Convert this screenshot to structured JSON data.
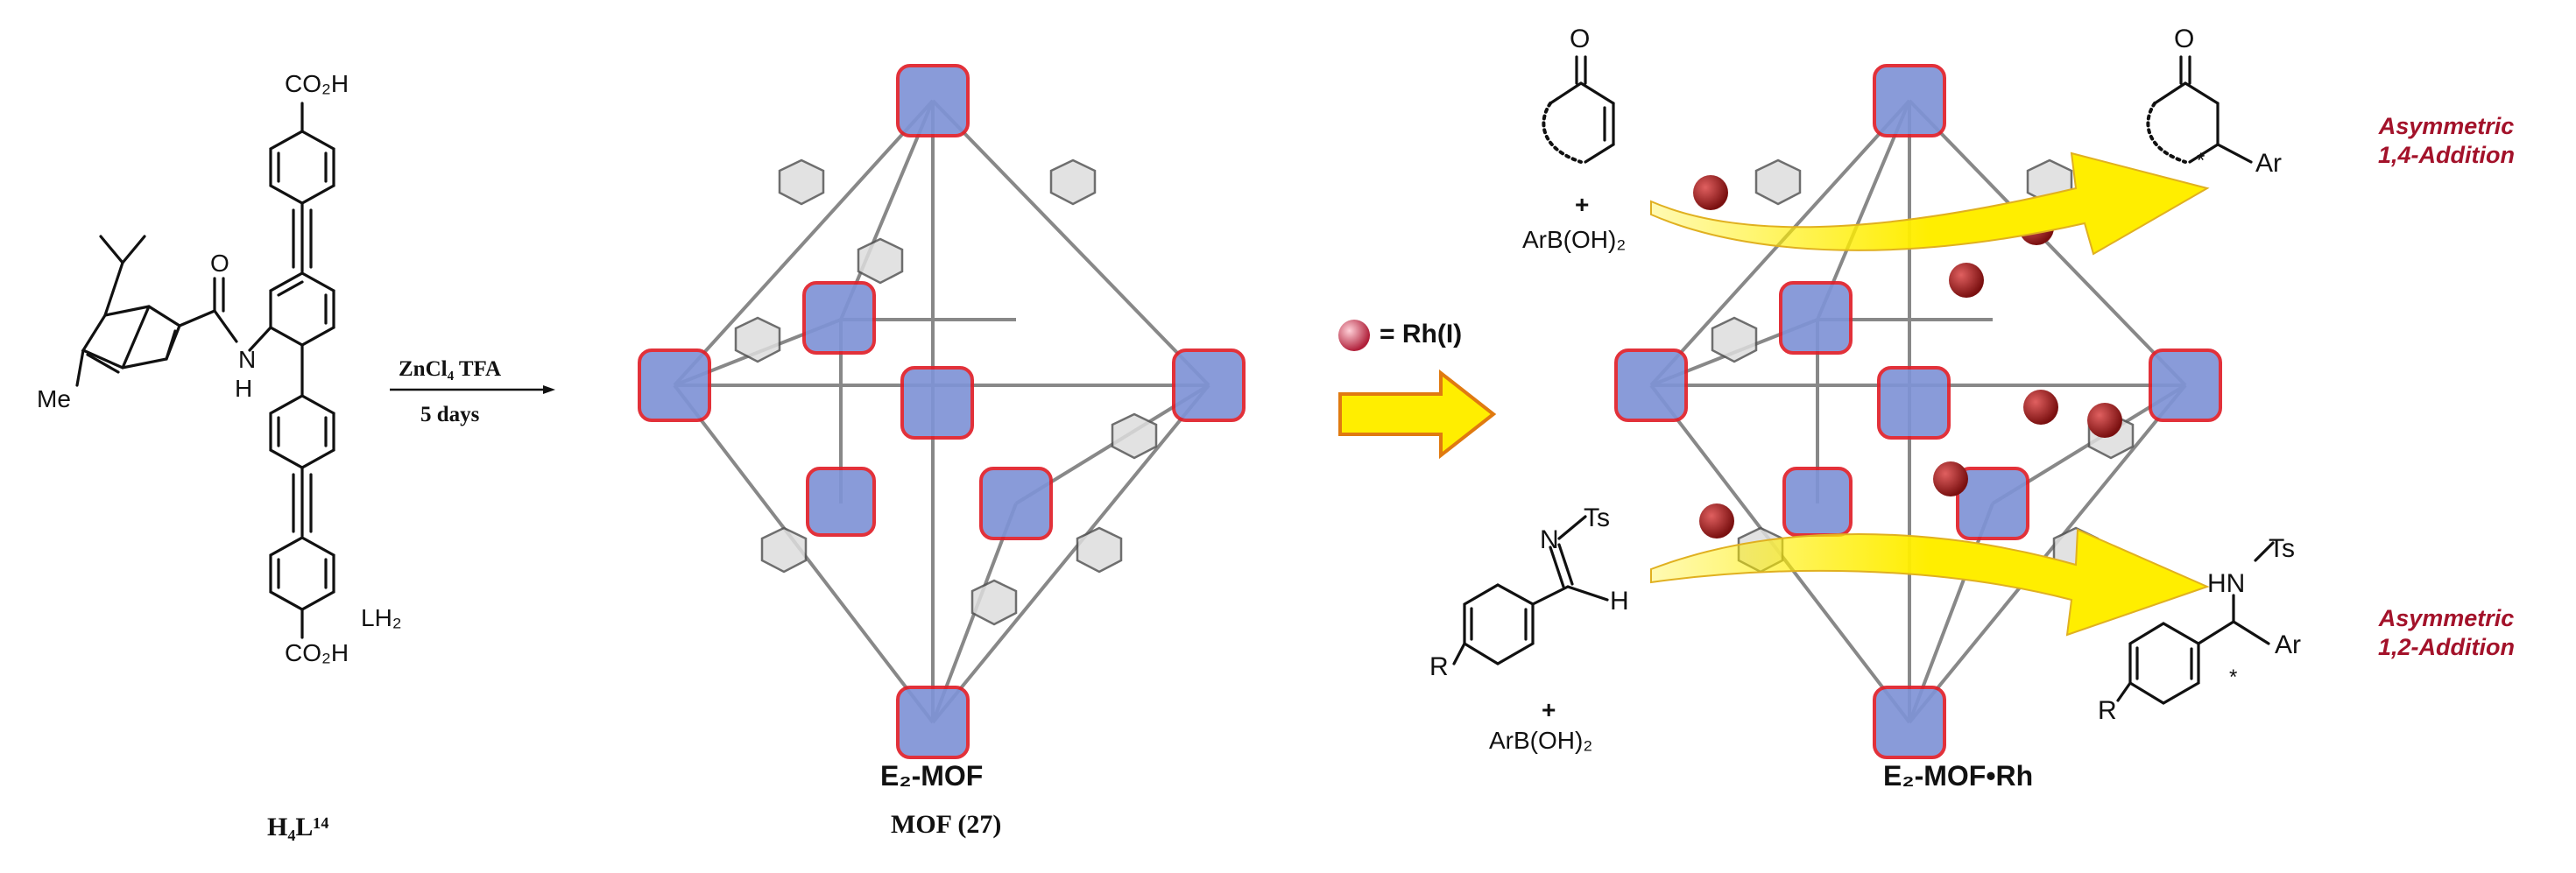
{
  "ligand": {
    "top_group": "CO₂H",
    "bottom_group": "CO₂H",
    "nh_label": "H",
    "n_label": "N",
    "carbonyl_o": "O",
    "me_label": "Me",
    "lh2_label": "LH₂",
    "name": "H₄L¹⁴"
  },
  "reaction": {
    "reagents": "ZnCl₄ TFA",
    "time": "5 days"
  },
  "mof1": {
    "label": "E₂-MOF",
    "sublabel": "MOF (27)"
  },
  "legend": {
    "rh_label": "= Rh(I)"
  },
  "mof2": {
    "label": "E₂-MOF•Rh"
  },
  "top_reaction": {
    "plus": "+",
    "reagent": "ArB(OH)₂",
    "ketone_o": "O",
    "product_o": "O",
    "star": "*",
    "ar": "Ar",
    "name_line1": "Asymmetric",
    "name_line2": "1,4-Addition"
  },
  "bottom_reaction": {
    "n": "N",
    "ts": "Ts",
    "h": "H",
    "r": "R",
    "plus": "+",
    "reagent": "ArB(OH)₂",
    "hn": "HN",
    "ts2": "Ts",
    "star": "*",
    "ar": "Ar",
    "r2": "R",
    "name_line1": "Asymmetric",
    "name_line2": "1,2-Addition"
  },
  "colors": {
    "cluster": "#7f93d6",
    "cluster_edge": "#e0202a",
    "rh_sphere": "#8e1a1a",
    "arrow_yellow": "#ffee00",
    "arrow_border": "#e07a10",
    "label_red": "#a3122a"
  }
}
